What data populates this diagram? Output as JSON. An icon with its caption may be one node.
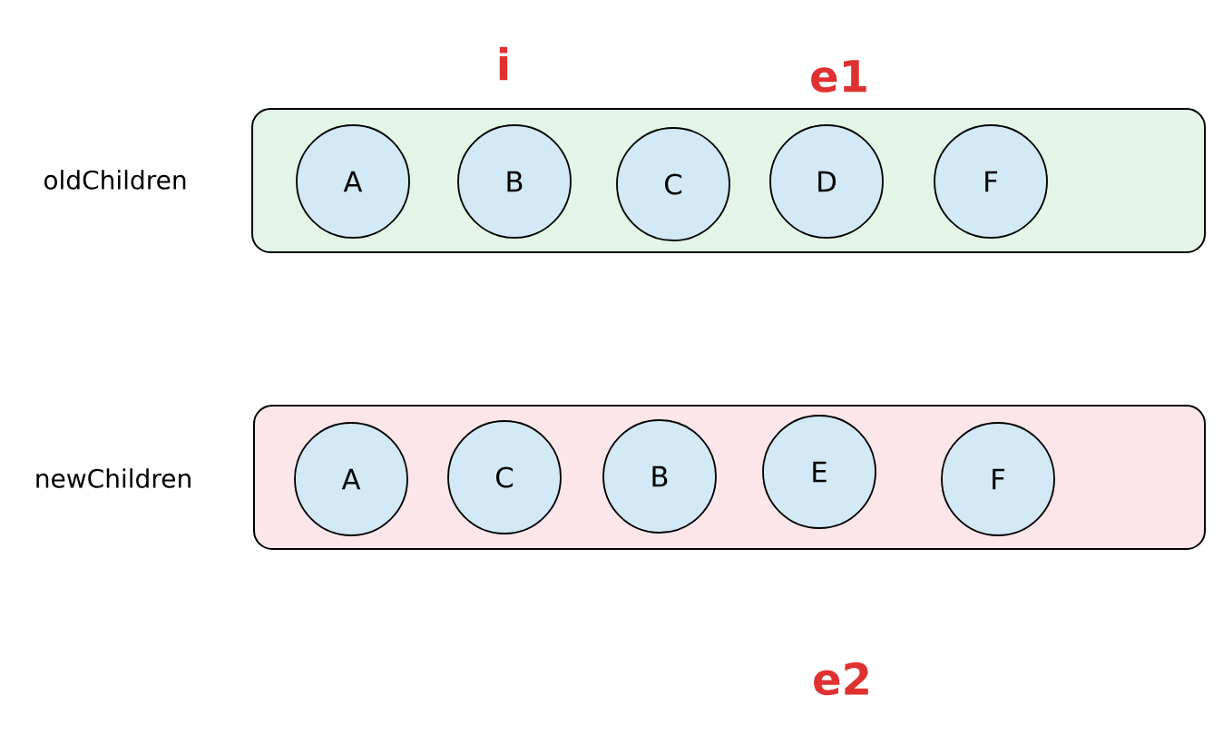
{
  "diagram": {
    "nodes": [
      {
        "text": [
          "oldChildren"
        ]
      },
      {
        "text": [
          "A"
        ],
        "in": 0
      },
      {
        "text": [
          "B"
        ],
        "in": 0
      },
      {
        "text": [
          "C"
        ],
        "in": 0
      },
      {
        "text": [
          "D"
        ],
        "in": 0
      },
      {
        "text": [
          "F"
        ],
        "in": 0
      },
      {
        "text": [
          "newChildren"
        ]
      },
      {
        "text": [
          "A"
        ],
        "in": 6
      },
      {
        "text": [
          "C"
        ],
        "in": 6
      },
      {
        "text": [
          "B"
        ],
        "in": 6
      },
      {
        "text": [
          "E"
        ],
        "in": 6
      },
      {
        "text": [
          "F"
        ],
        "in": 6
      }
    ],
    "labels": [
      "i",
      "e1",
      "e2"
    ]
  }
}
